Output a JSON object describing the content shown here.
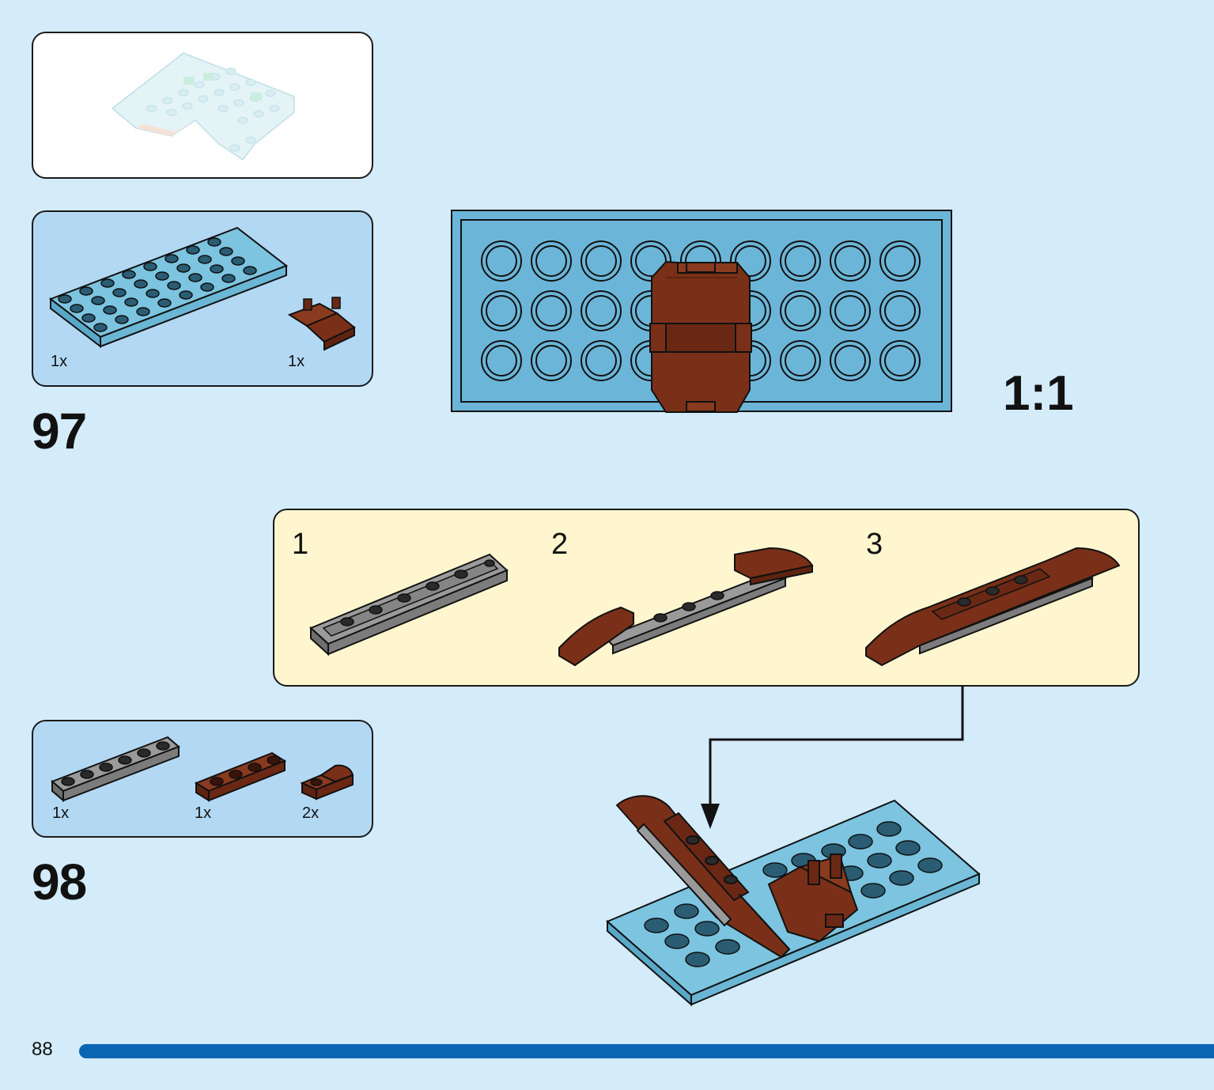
{
  "page_number": "88",
  "step97": {
    "number": "97",
    "parts": [
      {
        "name": "blue-plate-4x8",
        "qty": "1x"
      },
      {
        "name": "brown-hinge-part",
        "qty": "1x"
      }
    ],
    "scale_label": "1:1"
  },
  "step98": {
    "number": "98",
    "parts": [
      {
        "name": "grey-plate-1x6",
        "qty": "1x"
      },
      {
        "name": "brown-plate-1x4",
        "qty": "1x"
      },
      {
        "name": "brown-slope-1x2",
        "qty": "2x"
      }
    ],
    "substeps": [
      "1",
      "2",
      "3"
    ]
  },
  "colors": {
    "background": "#d4ebf9",
    "parts_box": "#b3d8f4",
    "substep_box": "#fff6cf",
    "blue_brick": "#70b8da",
    "brown_brick": "#7a3018",
    "grey_brick": "#8a8a8a",
    "page_bar": "#0a64b4"
  }
}
